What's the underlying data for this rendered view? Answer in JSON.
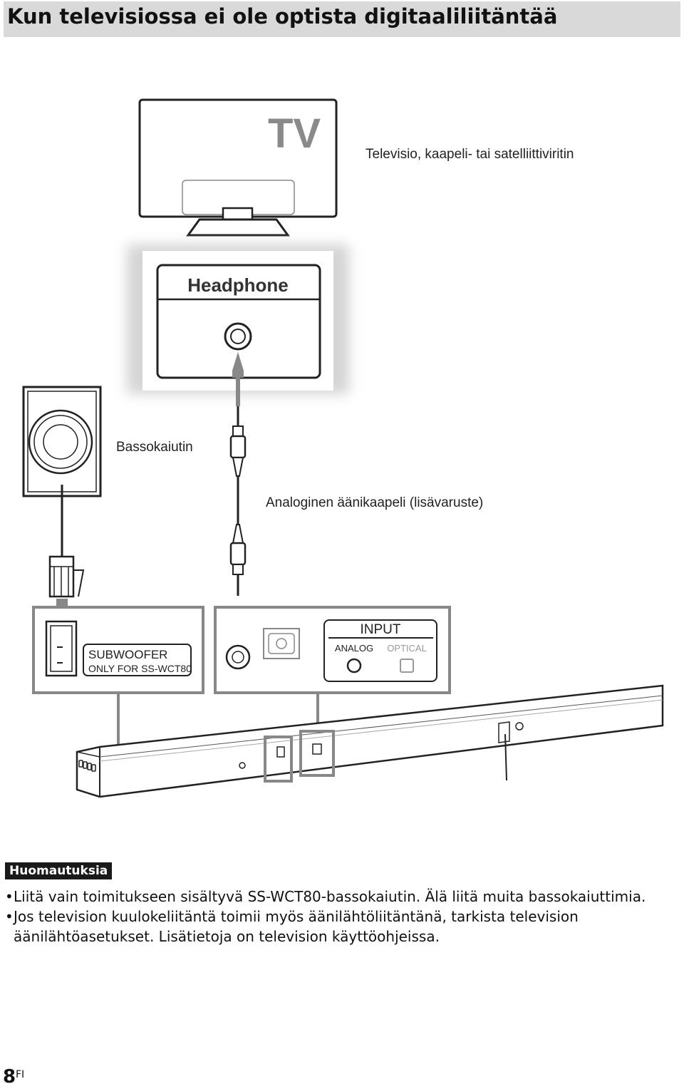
{
  "section": {
    "title": "Kun televisiossa ei ole optista digitaaliliitäntää"
  },
  "diagram": {
    "tv_logo": "TV",
    "tv_label": "Televisio, kaapeli- tai satelliittiviritin",
    "headphone_label": "Headphone",
    "subwoofer_label": "Bassokaiutin",
    "cable_label": "Analoginen äänikaapeli (lisävaruste)",
    "sub_port_line1": "SUBWOOFER",
    "sub_port_line2": "ONLY FOR  SS-WCT80",
    "input_label": "INPUT",
    "analog_label": "ANALOG",
    "optical_label": "OPTICAL"
  },
  "notes": {
    "heading": "Huomautuksia",
    "items": [
      "Liitä vain toimitukseen sisältyvä SS-WCT80-bassokaiutin. Älä liitä muita bassokaiuttimia.",
      "Jos television kuulokeliitäntä toimii myös äänilähtöliitäntänä, tarkista television äänilähtöasetukset. Lisätietoja on television käyttöohjeissa."
    ]
  },
  "footer": {
    "page_number": "8",
    "language": "FI"
  }
}
